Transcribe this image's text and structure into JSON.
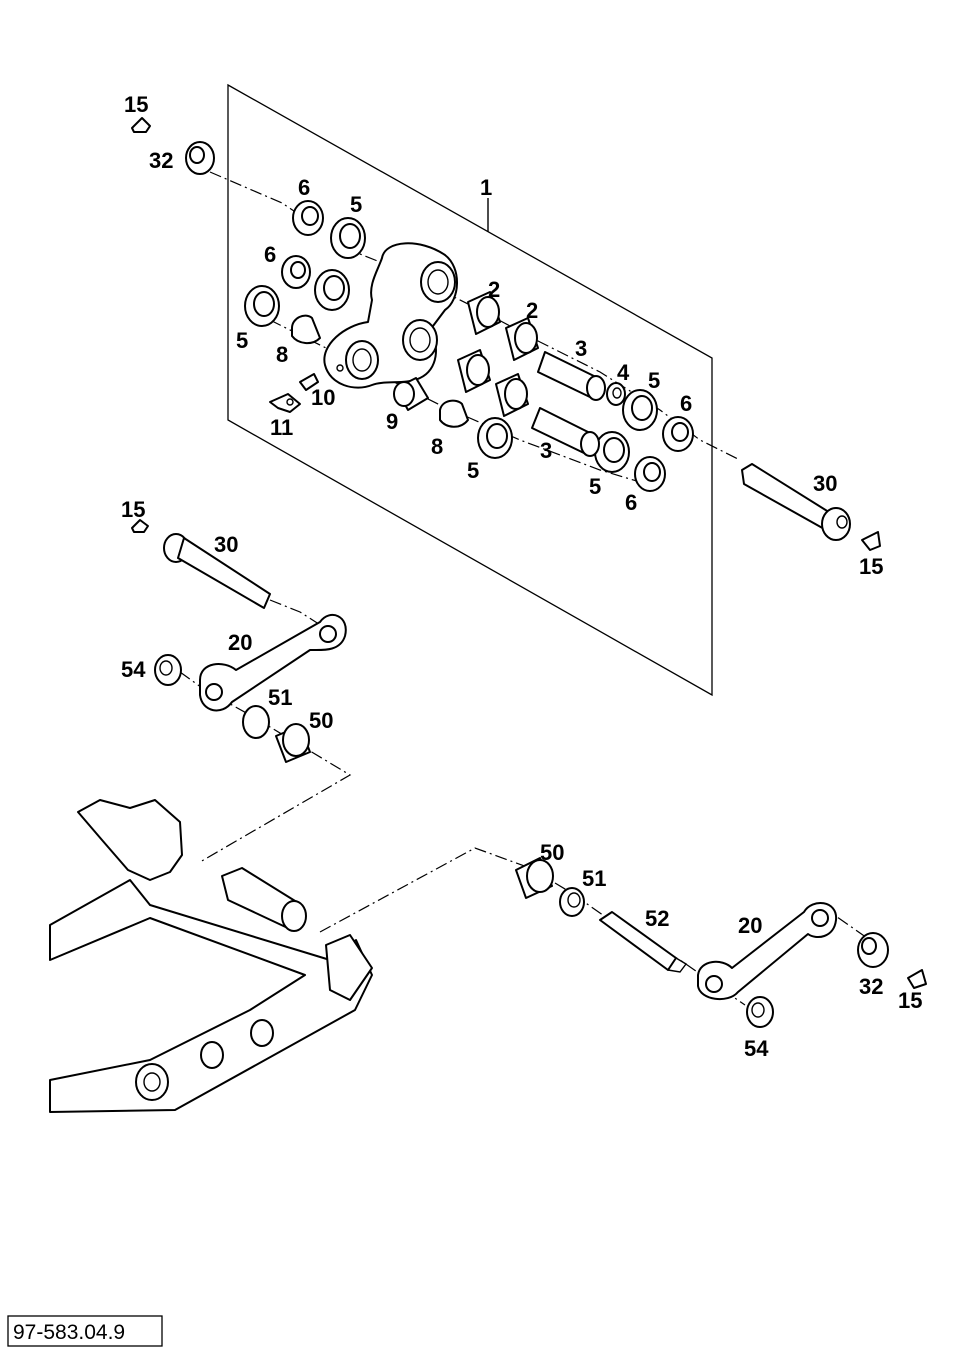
{
  "callouts": [
    {
      "id": "c15a",
      "text": "15"
    },
    {
      "id": "c32a",
      "text": "32"
    },
    {
      "id": "c6a",
      "text": "6"
    },
    {
      "id": "c5a",
      "text": "5"
    },
    {
      "id": "c1",
      "text": "1"
    },
    {
      "id": "c6b",
      "text": "6"
    },
    {
      "id": "c5b",
      "text": "5"
    },
    {
      "id": "c8a",
      "text": "8"
    },
    {
      "id": "c2a",
      "text": "2"
    },
    {
      "id": "c2b",
      "text": "2"
    },
    {
      "id": "c3a",
      "text": "3"
    },
    {
      "id": "c4",
      "text": "4"
    },
    {
      "id": "c5c",
      "text": "5"
    },
    {
      "id": "c6c",
      "text": "6"
    },
    {
      "id": "c10",
      "text": "10"
    },
    {
      "id": "c11",
      "text": "11"
    },
    {
      "id": "c9",
      "text": "9"
    },
    {
      "id": "c8b",
      "text": "8"
    },
    {
      "id": "c5d",
      "text": "5"
    },
    {
      "id": "c3b",
      "text": "3"
    },
    {
      "id": "c5e",
      "text": "5"
    },
    {
      "id": "c6d",
      "text": "6"
    },
    {
      "id": "c30a",
      "text": "30"
    },
    {
      "id": "c15b",
      "text": "15"
    },
    {
      "id": "c15c",
      "text": "15"
    },
    {
      "id": "c30b",
      "text": "30"
    },
    {
      "id": "c20a",
      "text": "20"
    },
    {
      "id": "c54a",
      "text": "54"
    },
    {
      "id": "c51a",
      "text": "51"
    },
    {
      "id": "c50a",
      "text": "50"
    },
    {
      "id": "c50b",
      "text": "50"
    },
    {
      "id": "c51b",
      "text": "51"
    },
    {
      "id": "c52",
      "text": "52"
    },
    {
      "id": "c20b",
      "text": "20"
    },
    {
      "id": "c32b",
      "text": "32"
    },
    {
      "id": "c15d",
      "text": "15"
    },
    {
      "id": "c54b",
      "text": "54"
    }
  ],
  "drawing_number": "97-583.04.9"
}
